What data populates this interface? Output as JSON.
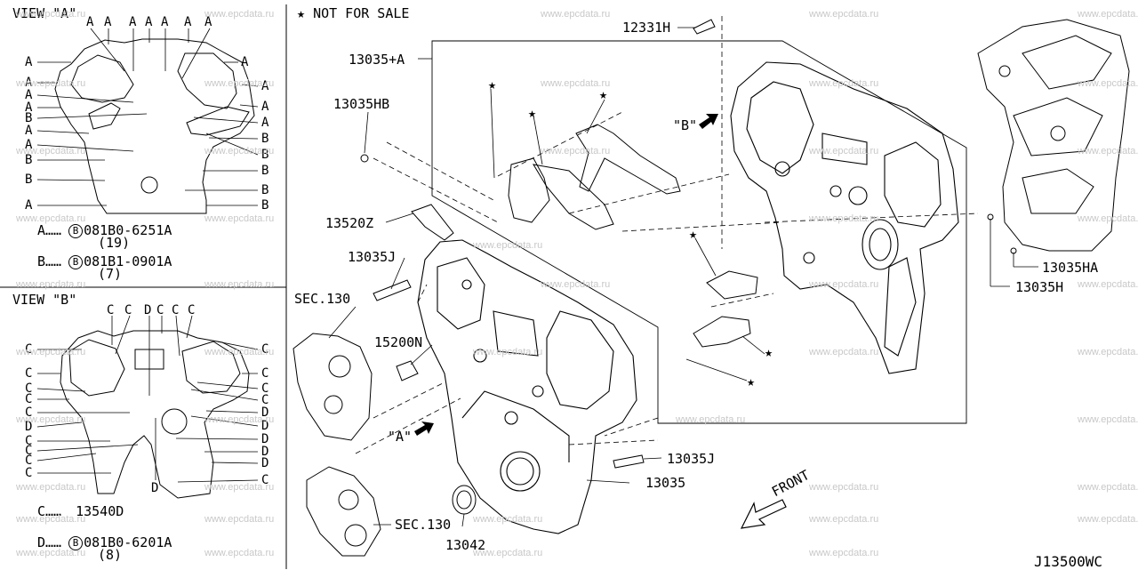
{
  "header": {
    "star_symbol": "★",
    "note": "NOT FOR SALE"
  },
  "diagram_code": "J13500WC",
  "watermark": "www.epcdata.ru",
  "view_a": {
    "title": "VIEW \"A\"",
    "top_letters": [
      "A",
      "A",
      "A",
      "A",
      "A",
      "A",
      "A"
    ],
    "left_letters": [
      "A",
      "A",
      "A",
      "A",
      "B",
      "A",
      "A",
      "B",
      "B",
      "A"
    ],
    "right_letters": [
      "A",
      "A",
      "A",
      "A",
      "B",
      "B",
      "B",
      "B"
    ],
    "legend": [
      {
        "key": "A",
        "dots": "……",
        "bolt": "B",
        "part": "081B0-6251A",
        "qty": "(19)"
      },
      {
        "key": "B",
        "dots": "……",
        "bolt": "B",
        "part": "081B1-0901A",
        "qty": "(7)"
      }
    ]
  },
  "view_b": {
    "title": "VIEW \"B\"",
    "top_letters": [
      "C",
      "C",
      "D",
      "C",
      "C",
      "C"
    ],
    "left_letters": [
      "C",
      "C",
      "C",
      "C",
      "C",
      "D",
      "C",
      "C",
      "C",
      "C"
    ],
    "right_letters": [
      "C",
      "C",
      "C",
      "D",
      "D",
      "D",
      "D",
      "D",
      "C"
    ],
    "bottom_letter": "D",
    "legend": [
      {
        "key": "C",
        "dots": "……",
        "part": "13540D"
      },
      {
        "key": "D",
        "dots": "……",
        "bolt": "B",
        "part": "081B0-6201A",
        "qty": "(8)"
      }
    ]
  },
  "callouts": {
    "p12331H": "12331H",
    "p13035A": "13035+A",
    "p13035HB": "13035HB",
    "p13520Z": "13520Z",
    "p13035J_a": "13035J",
    "sec130_a": "SEC.130",
    "p15200N": "15200N",
    "view_a_ref": "\"A\"",
    "view_b_ref": "\"B\"",
    "p13035J_b": "13035J",
    "p13035": "13035",
    "sec130_b": "SEC.130",
    "p13042": "13042",
    "p13035HA": "13035HA",
    "p13035H": "13035H",
    "front": "FRONT"
  }
}
